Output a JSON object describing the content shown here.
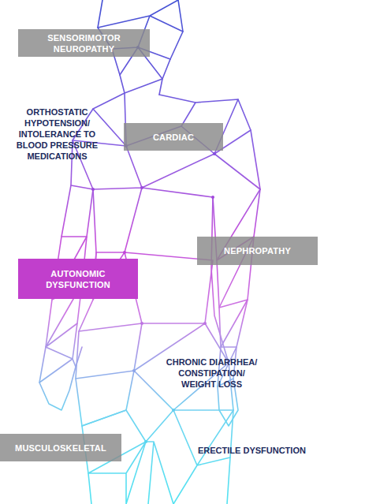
{
  "diagram": {
    "nodes": [
      {
        "text": [
          "SENSORIMOTOR NEUROPATHY"
        ]
      },
      {
        "text": [
          "CARDIAC"
        ]
      },
      {
        "text": [
          "NEPHROPATHY"
        ]
      },
      {
        "text": [
          "AUTONOMIC DYSFUNCTION"
        ]
      },
      {
        "text": [
          "MUSCULOSKELETAL"
        ]
      }
    ],
    "labels": [
      "ORTHOSTATIC HYPOTENSION/ INTOLERANCE TO BLOOD PRESSURE MEDICATIONS",
      "CHRONIC DIARRHEA/ CONSTIPATION/ WEIGHT LOSS",
      "ERECTILE DYSFUNCTION"
    ]
  }
}
